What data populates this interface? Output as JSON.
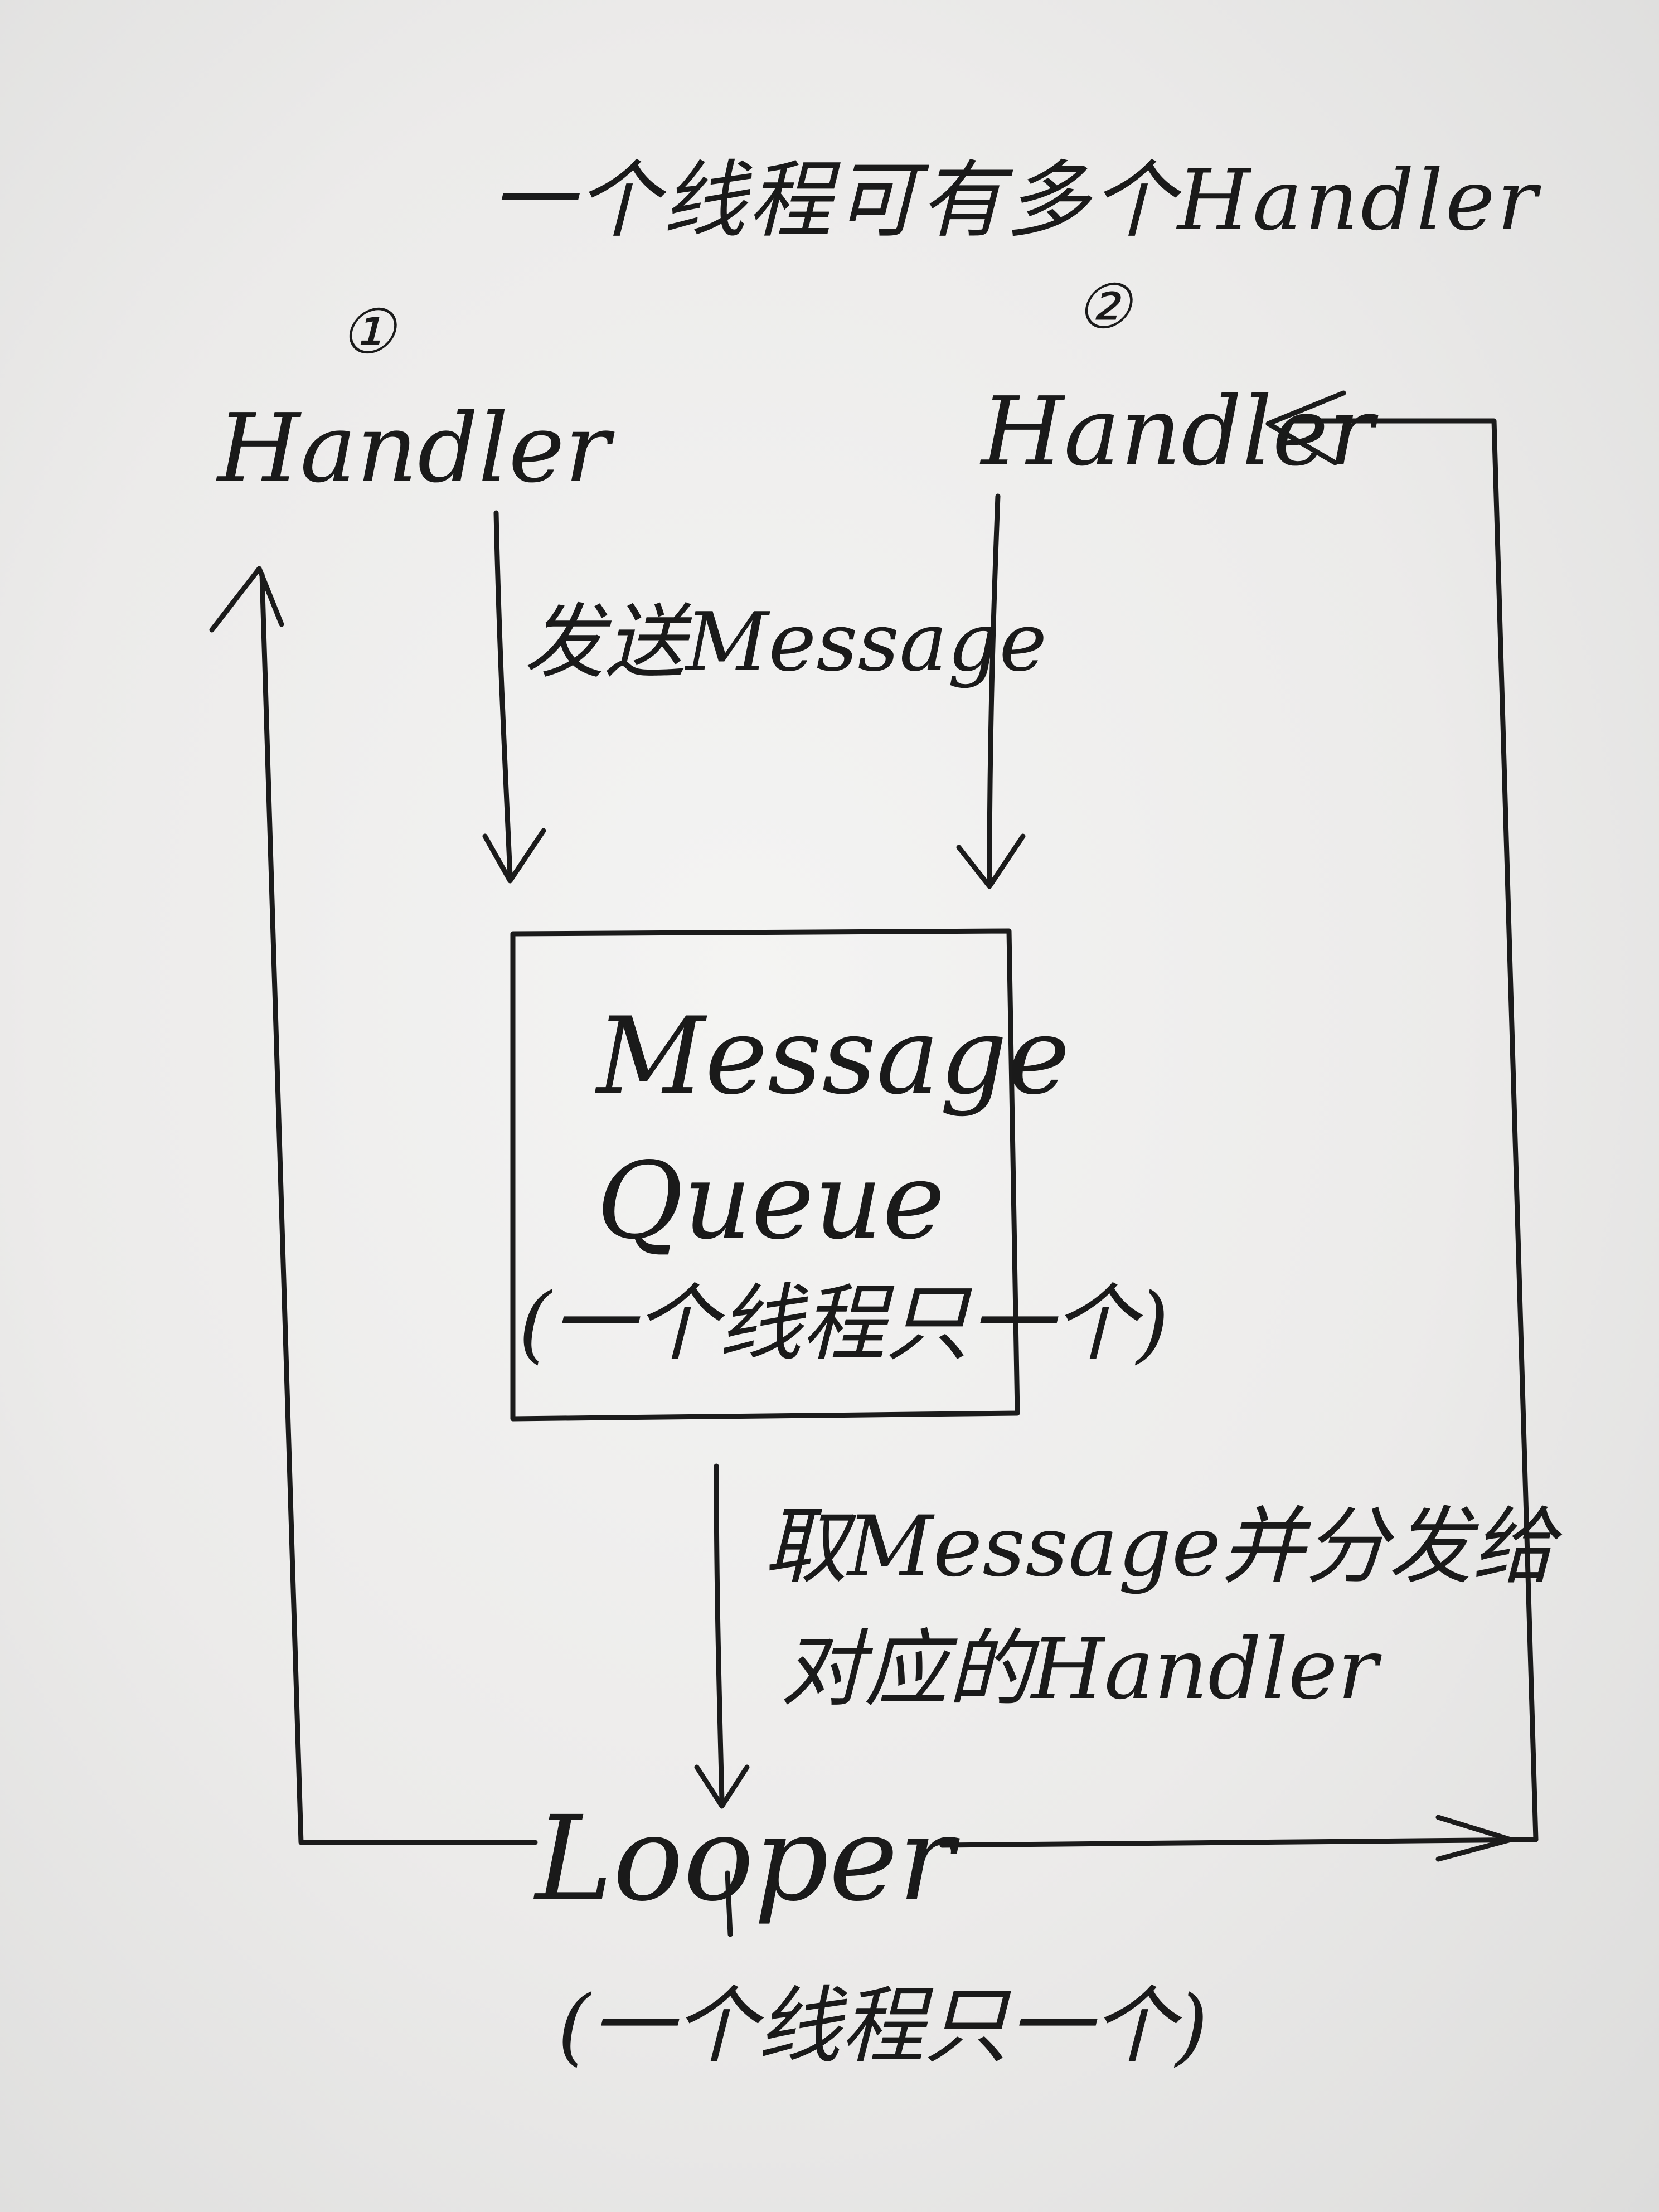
{
  "title": "一个线程可有多个Handler",
  "handler_left": {
    "number": "①",
    "label": "Handler"
  },
  "handler_right": {
    "number": "②",
    "label": "Handler"
  },
  "send_label": "发送Message",
  "message_queue": {
    "line1": "Message",
    "line2": "Queue",
    "note": "(一个线程只一个)"
  },
  "dispatch_label": {
    "line1": "取Message并分发给",
    "line2": "对应的Handler"
  },
  "looper": {
    "label": "Looper",
    "note": "(一个线程只一个)"
  }
}
